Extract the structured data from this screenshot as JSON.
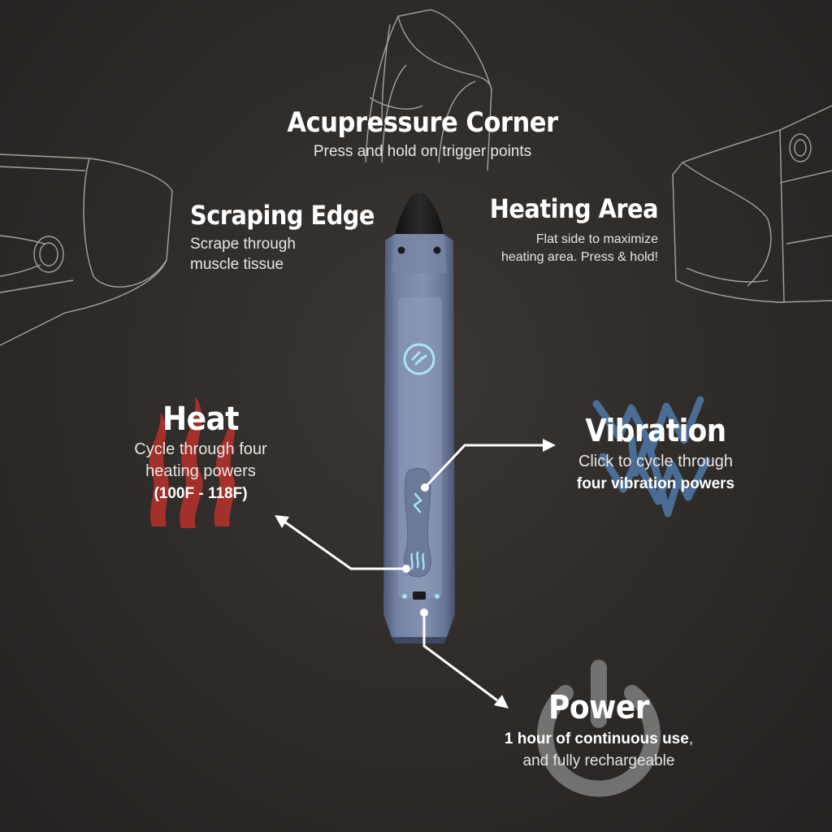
{
  "features": {
    "acupressure": {
      "title": "Acupressure Corner",
      "desc": "Press and hold on trigger points"
    },
    "scraping": {
      "title": "Scraping Edge",
      "desc_line1": "Scrape through",
      "desc_line2": "muscle tissue"
    },
    "heating_area": {
      "title": "Heating Area",
      "desc_line1": "Flat side to maximize",
      "desc_line2": "heating area. Press & hold!"
    },
    "heat": {
      "title": "Heat",
      "desc_line1": "Cycle through four",
      "desc_line2": "heating powers",
      "desc_line3": "(100F - 118F)"
    },
    "vibration": {
      "title": "Vibration",
      "desc_line1": "Click to cycle through",
      "desc_line2": "four vibration powers"
    },
    "power": {
      "title": "Power",
      "desc_line1_bold": "1 hour of continuous use",
      "desc_line1_rest": ",",
      "desc_line2": "and fully rechargeable"
    }
  },
  "colors": {
    "background": "#2e2b29",
    "device_body": "#6e7d9e",
    "device_tip": "#1d1c1d",
    "heat_icon": "#b8312c",
    "vibration_icon": "#4f79a8",
    "power_icon": "#8a8a8a",
    "led": "#9fe3f2"
  },
  "icons": [
    "flame-icon",
    "vibration-zigzag-icon",
    "power-icon",
    "lightning-circle-icon",
    "heat-waves-icon"
  ]
}
